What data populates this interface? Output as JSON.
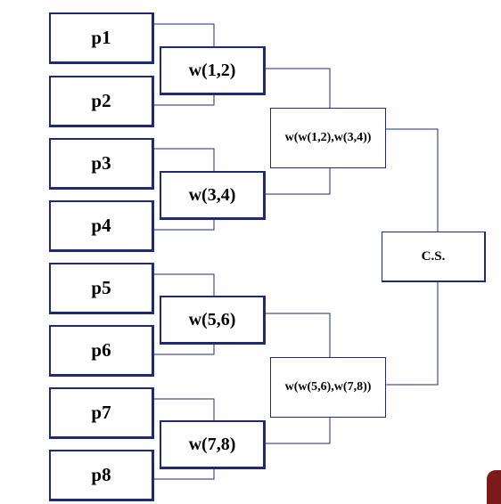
{
  "players": [
    "p1",
    "p2",
    "p3",
    "p4",
    "p5",
    "p6",
    "p7",
    "p8"
  ],
  "round1": [
    "w(1,2)",
    "w(3,4)",
    "w(5,6)",
    "w(7,8)"
  ],
  "round2": [
    "w(w(1,2),w(3,4))",
    "w(w(5,6),w(7,8))"
  ],
  "final": "C.S.",
  "colors": {
    "box_border": "#1e2a78",
    "connector": "#1e2a78",
    "corner_accent": "#7a1a1a"
  }
}
